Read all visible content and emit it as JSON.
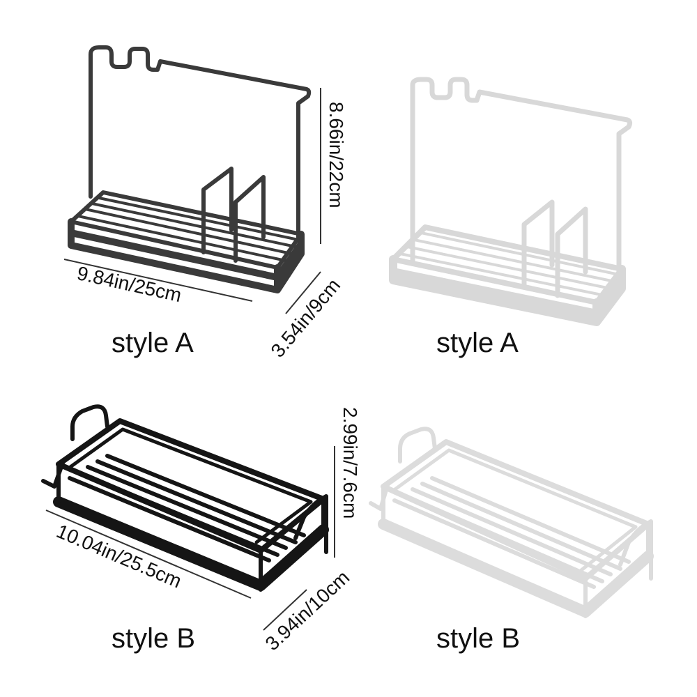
{
  "products": [
    {
      "id": "a-dark",
      "style_label": "style A",
      "color": "#3a3a3a",
      "dimensions": {
        "width": "9.84in/25cm",
        "depth": "3.54in/9cm",
        "height": "8.66in/22cm"
      }
    },
    {
      "id": "a-white",
      "style_label": "style A",
      "color": "#e2e2e2"
    },
    {
      "id": "b-black",
      "style_label": "style B",
      "color": "#151515",
      "dimensions": {
        "width": "10.04in/25.5cm",
        "depth": "3.94in/10cm",
        "height": "2.99in/7.6cm"
      }
    },
    {
      "id": "b-white",
      "style_label": "style B",
      "color": "#e6e6e6"
    }
  ],
  "colors": {
    "dim_line": "#333333",
    "text": "#111111",
    "background": "#ffffff"
  }
}
